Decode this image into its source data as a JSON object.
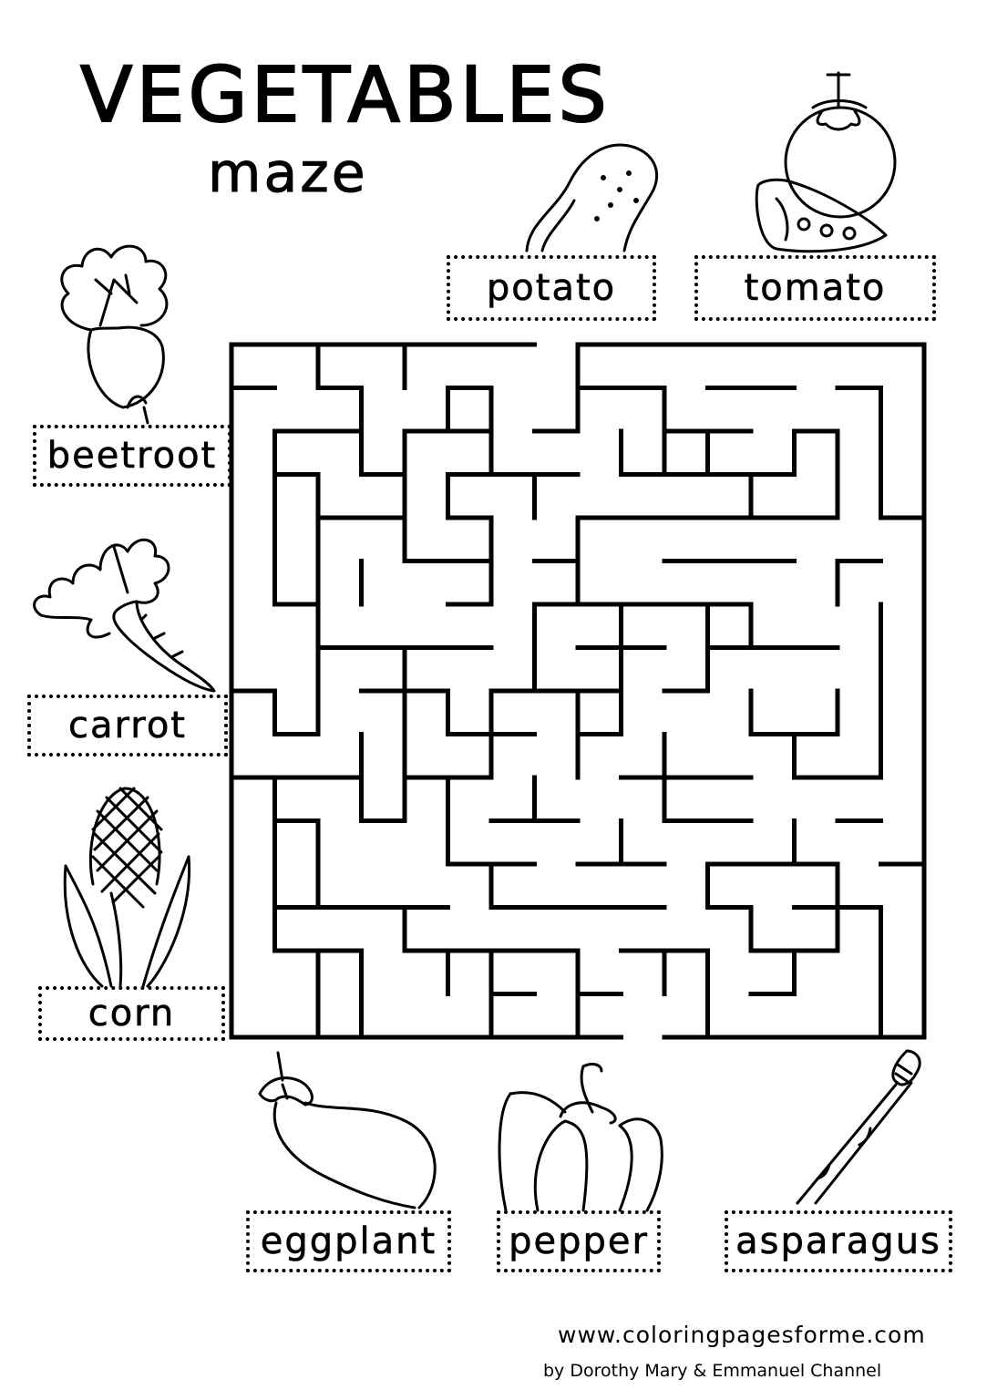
{
  "title": "VEGETABLES",
  "subtitle": "maze",
  "labels": {
    "potato": "potato",
    "tomato": "tomato",
    "beetroot": "beetroot",
    "carrot": "carrot",
    "corn": "corn",
    "eggplant": "eggplant",
    "pepper": "pepper",
    "asparagus": "asparagus"
  },
  "footer": {
    "url": "www.coloringpagesforme.com",
    "credit": "by Dorothy Mary & Emmanuel Channel"
  }
}
